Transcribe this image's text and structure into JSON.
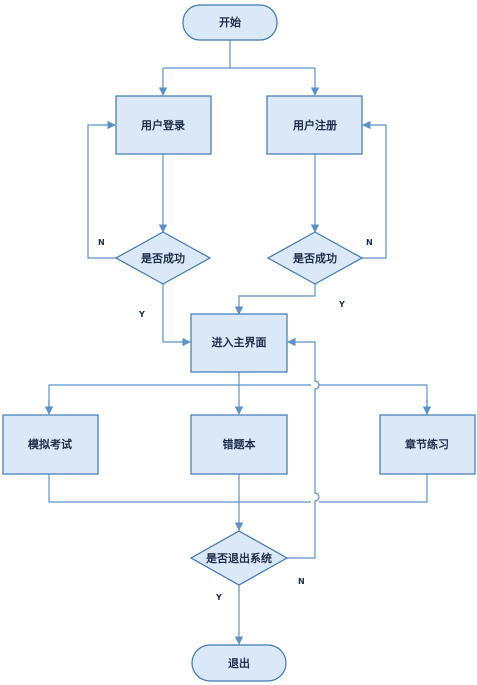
{
  "nodes": {
    "start": "开始",
    "user_login": "用户登录",
    "user_register": "用户注册",
    "login_success_check": "是否成功",
    "register_success_check": "是否成功",
    "enter_main": "进入主界面",
    "mock_exam": "模拟考试",
    "wrong_book": "错题本",
    "chapter_practice": "章节练习",
    "exit_check": "是否退出系统",
    "exit": "退出"
  },
  "branch_labels": {
    "login_fail": "N",
    "register_fail": "N",
    "login_yes": "Y",
    "register_yes": "Y",
    "exit_no": "N",
    "exit_yes": "Y"
  },
  "colors": {
    "fill": "#dbe8f7",
    "stroke": "#3d78b6",
    "edge": "#5b92cc"
  }
}
